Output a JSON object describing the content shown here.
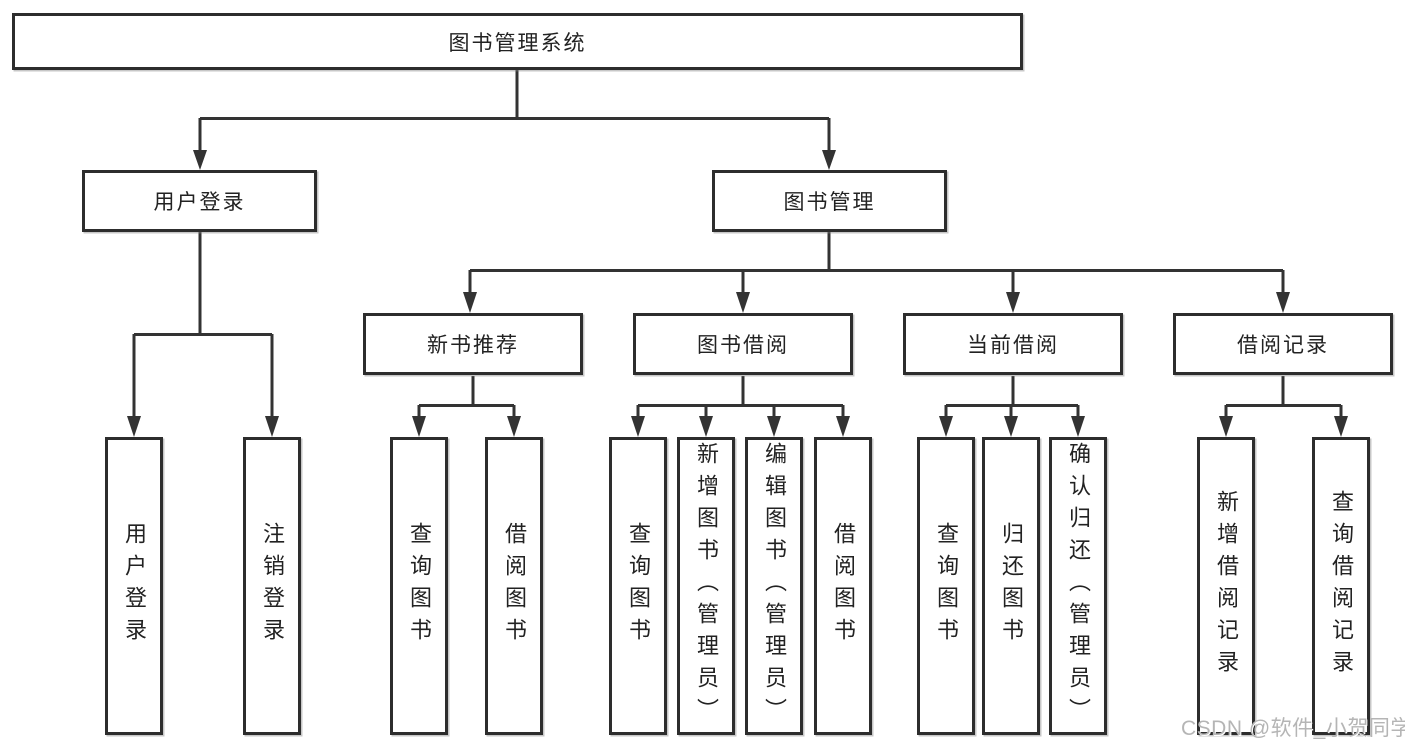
{
  "diagram": {
    "root": {
      "label": "图书管理系统"
    },
    "level2": [
      {
        "label": "用户登录"
      },
      {
        "label": "图书管理"
      }
    ],
    "level3": [
      {
        "label": "新书推荐"
      },
      {
        "label": "图书借阅"
      },
      {
        "label": "当前借阅"
      },
      {
        "label": "借阅记录"
      }
    ],
    "leaves": {
      "user_login": [
        {
          "label": "用户登录"
        },
        {
          "label": "注销登录"
        }
      ],
      "new_book_recommend": [
        {
          "label": "查询图书"
        },
        {
          "label": "借阅图书"
        }
      ],
      "book_borrow": [
        {
          "label": "查询图书"
        },
        {
          "label": "新增图书（管理员）"
        },
        {
          "label": "编辑图书（管理员）"
        },
        {
          "label": "借阅图书"
        }
      ],
      "current_borrow": [
        {
          "label": "查询图书"
        },
        {
          "label": "归还图书"
        },
        {
          "label": "确认归还（管理员）"
        }
      ],
      "borrow_records": [
        {
          "label": "新增借阅记录"
        },
        {
          "label": "查询借阅记录"
        }
      ]
    }
  },
  "watermark": {
    "text": "CSDN @软件_小贺同学",
    "color": "#b5b5b5"
  },
  "colors": {
    "line": "#333333",
    "box_border": "#2d2d2d",
    "text": "#222222",
    "background": "#ffffff"
  }
}
